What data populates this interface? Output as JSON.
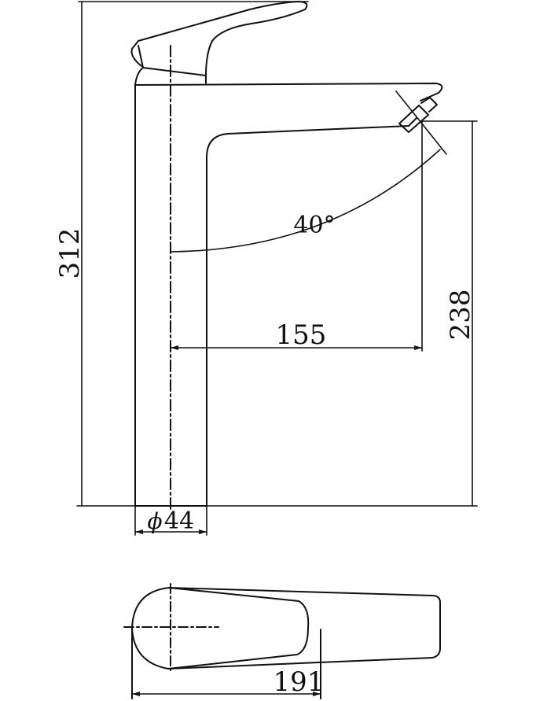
{
  "drawing": {
    "dimensions": {
      "overall_height": "312",
      "spout_height": "238",
      "spout_reach": "155",
      "swivel_angle": "40°",
      "body_diameter_symbol": "ϕ",
      "body_diameter": "44",
      "top_view_length": "191"
    },
    "stroke_color": "#111111",
    "background_color": "#ffffff"
  }
}
